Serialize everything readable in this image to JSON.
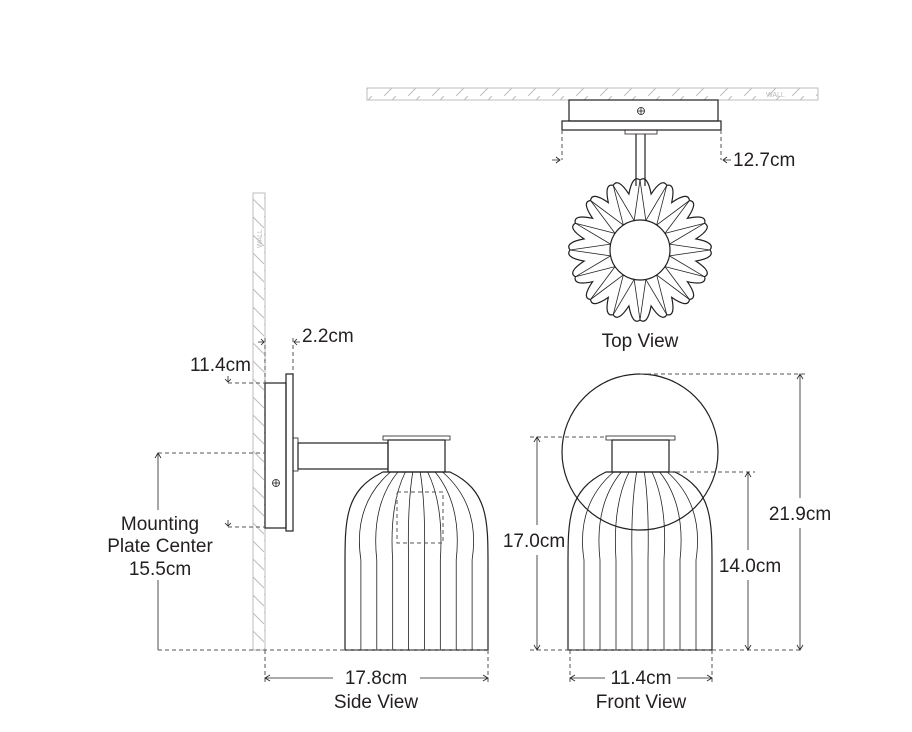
{
  "wall_label": "WALL",
  "top_view": {
    "title": "Top View",
    "depth": "12.7cm"
  },
  "side_view": {
    "title": "Side View",
    "projection": "17.8cm",
    "plate_depth": "2.2cm",
    "plate_top_offset": "11.4cm",
    "mounting_label_1": "Mounting",
    "mounting_label_2": "Plate Center",
    "mounting_value": "15.5cm"
  },
  "front_view": {
    "title": "Front View",
    "width": "11.4cm",
    "shade_height": "17.0cm",
    "glass_height": "14.0cm",
    "overall_height": "21.9cm"
  },
  "colors": {
    "line": "#231f20",
    "wall": "#bdbdbd"
  }
}
